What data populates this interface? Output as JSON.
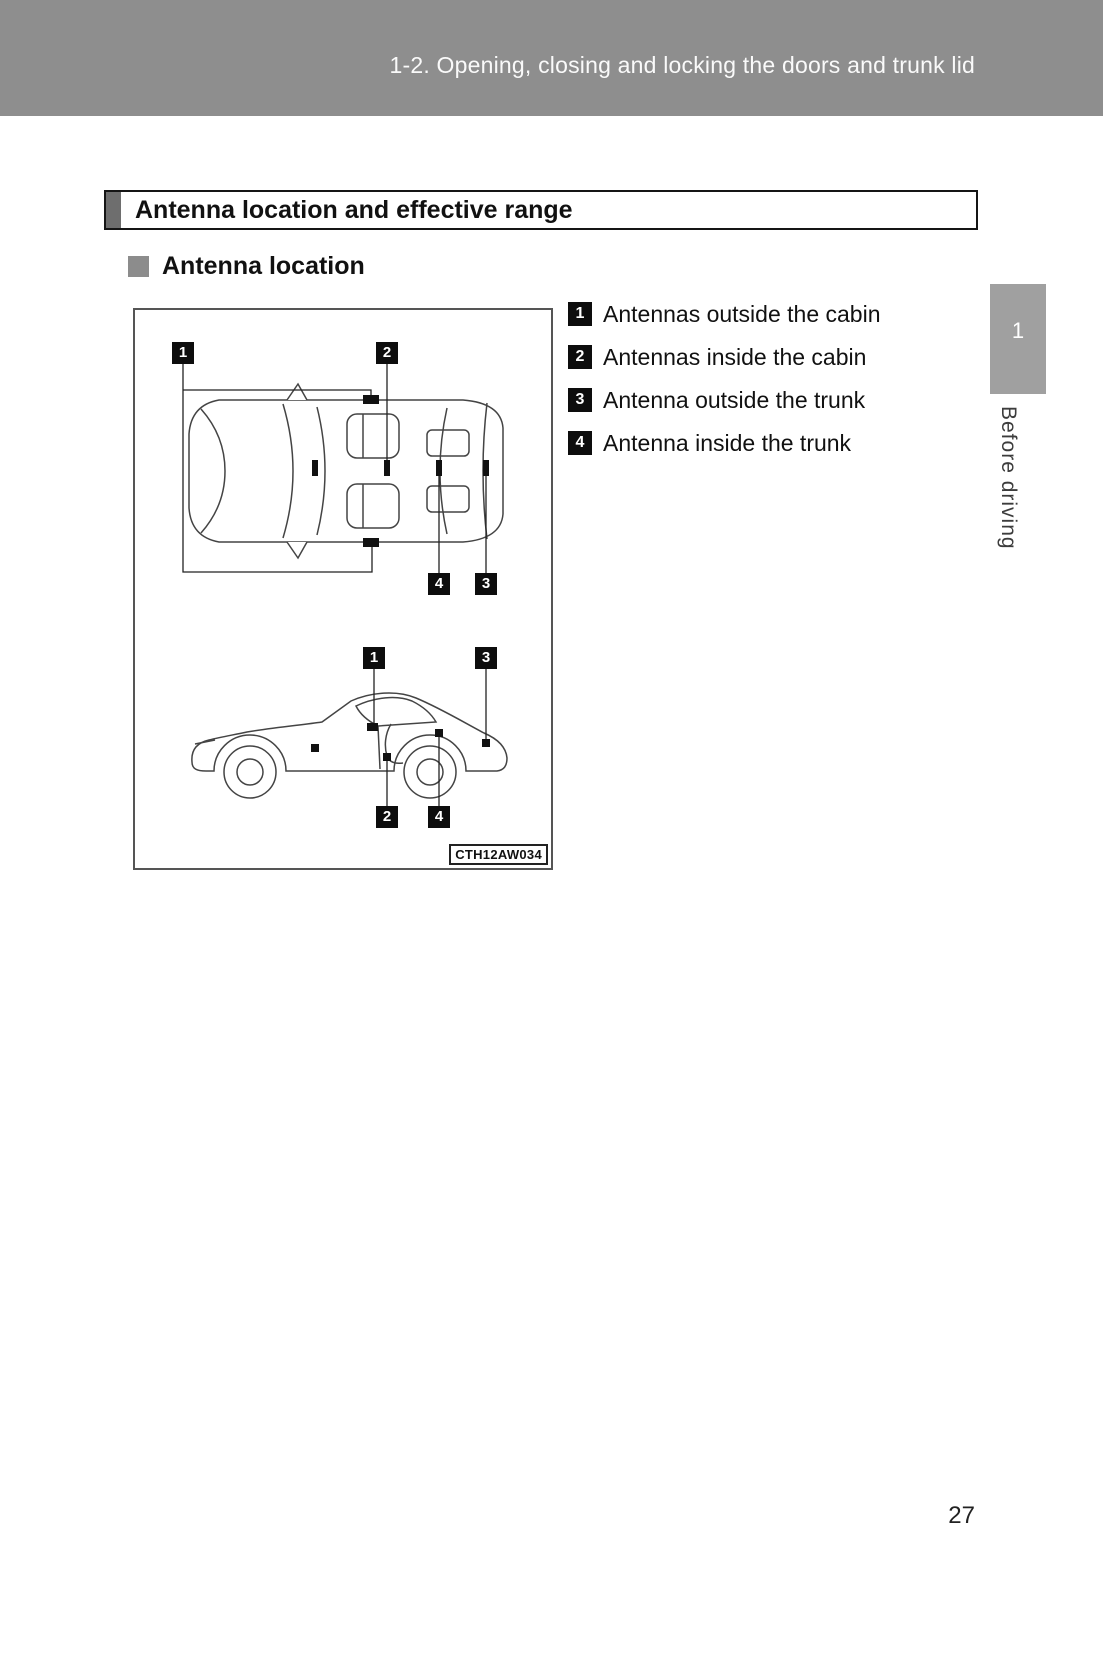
{
  "header": {
    "title": "1-2. Opening, closing and locking the doors and trunk lid"
  },
  "section": {
    "title": "Antenna location and effective range"
  },
  "subsection": {
    "title": "Antenna location"
  },
  "figure": {
    "code": "CTH12AW034",
    "top_view_badges": [
      "1",
      "2",
      "4",
      "3"
    ],
    "side_view_badges": [
      "1",
      "3",
      "2",
      "4"
    ]
  },
  "legend": {
    "items": [
      {
        "num": "1",
        "label": "Antennas outside the cabin"
      },
      {
        "num": "2",
        "label": "Antennas inside the cabin"
      },
      {
        "num": "3",
        "label": "Antenna outside the trunk"
      },
      {
        "num": "4",
        "label": "Antenna inside the trunk"
      }
    ]
  },
  "sidebar": {
    "chapter_number": "1",
    "chapter_label": "Before driving"
  },
  "footer": {
    "page_number": "27"
  },
  "colors": {
    "header_bg": "#8e8e8e",
    "tab_bg": "#a0a0a0",
    "badge_bg": "#0d0d0d",
    "accent_block": "#6e6e6e",
    "bullet_square": "#8c8c8c"
  }
}
